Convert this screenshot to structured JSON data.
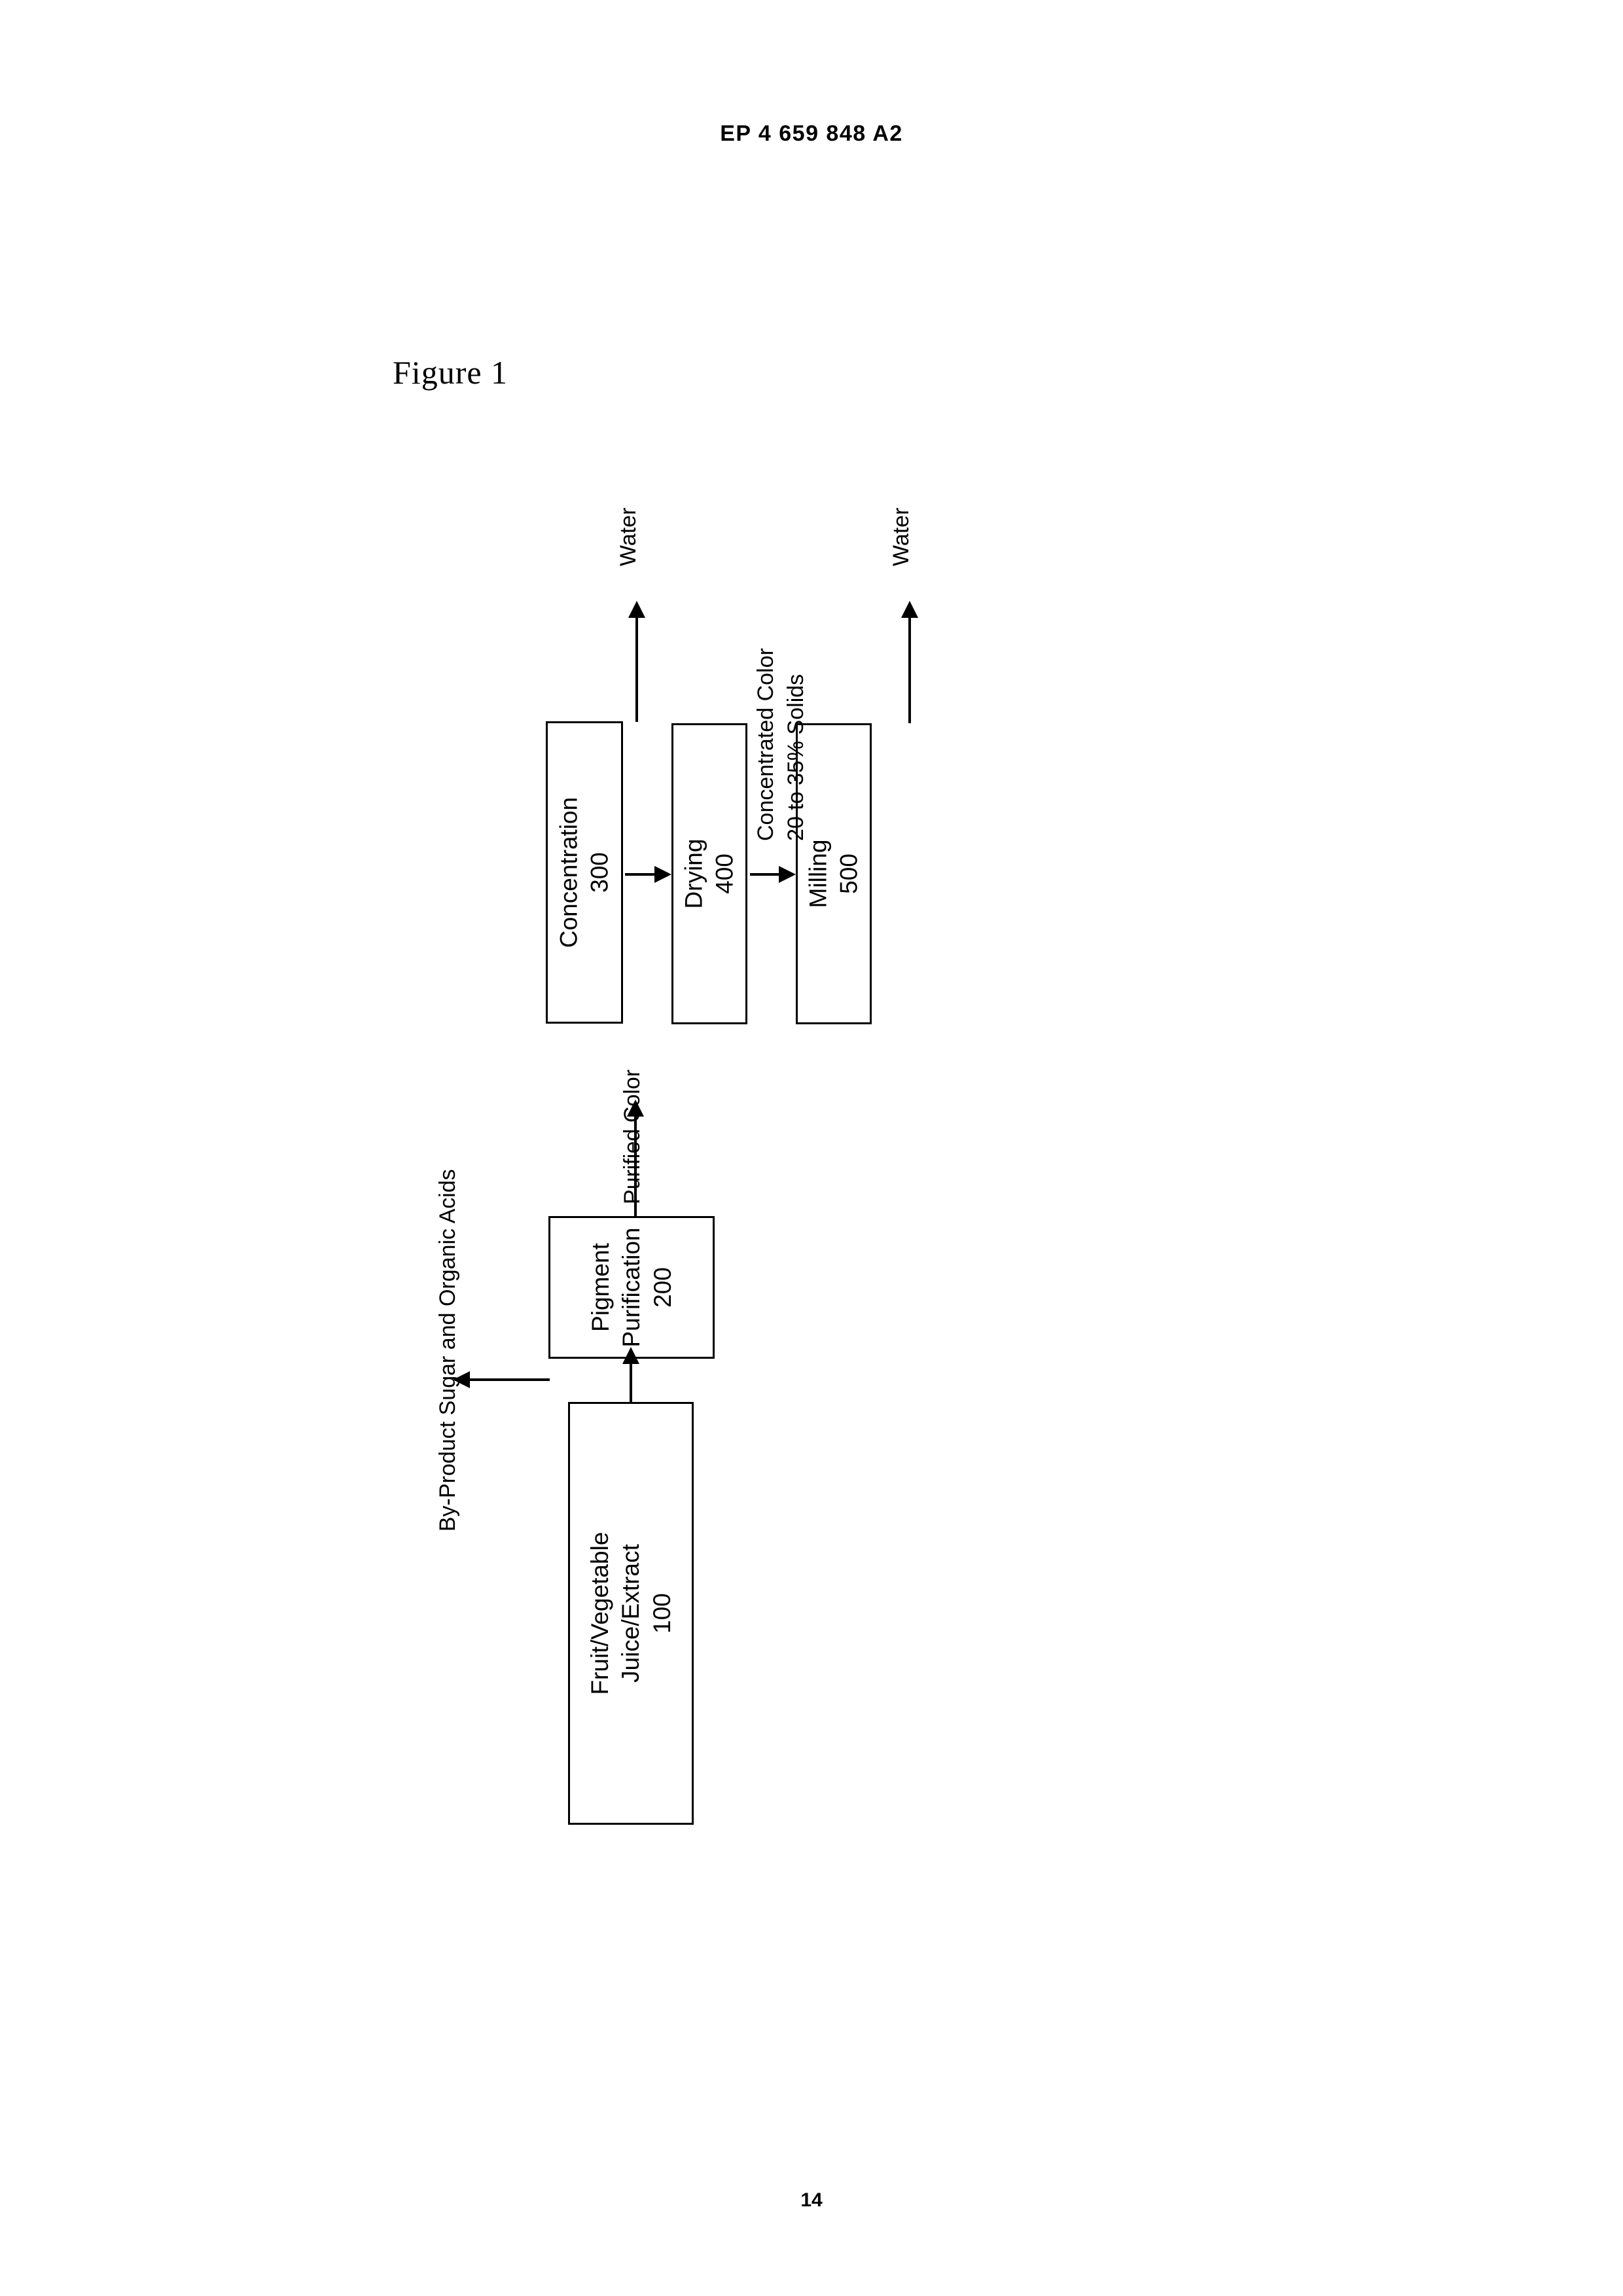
{
  "page": {
    "header": "EP 4 659 848 A2",
    "footer": "14",
    "figure_caption": "Figure 1"
  },
  "diagram": {
    "type": "process-flow",
    "orientation": "rotated-90-ccw",
    "boxes": [
      {
        "id": "source",
        "ref": "100",
        "lines": [
          "Fruit/Vegetable",
          "Juice/Extract",
          "100"
        ],
        "text": "Fruit/Vegetable\nJuice/Extract\n100"
      },
      {
        "id": "purification",
        "ref": "200",
        "lines": [
          "Pigment",
          "Purification",
          "200"
        ],
        "text": "Pigment\nPurification\n200"
      },
      {
        "id": "concentration",
        "ref": "300",
        "lines": [
          "Concentration",
          "300"
        ],
        "text": "Concentration\n300"
      },
      {
        "id": "drying",
        "ref": "400",
        "lines": [
          "Drying",
          "400"
        ],
        "text": "Drying\n400"
      },
      {
        "id": "milling",
        "ref": "500",
        "lines": [
          "Milling",
          "500"
        ],
        "text": "Milling\n500"
      }
    ],
    "flow_labels": {
      "water_1": "Water",
      "water_2": "Water",
      "concentrated_color_line1": "Concentrated Color",
      "concentrated_color_line2": "20 to 35% Solids",
      "purified_color": "Purified Color",
      "byproduct": "By-Product Sugar and Organic Acids"
    },
    "connections": [
      {
        "from": "source",
        "to": "purification",
        "label": ""
      },
      {
        "from": "purification",
        "to": "concentration",
        "label": "Purified Color"
      },
      {
        "from": "purification",
        "to": "byproduct",
        "label": "By-Product Sugar and Organic Acids"
      },
      {
        "from": "concentration",
        "to": "drying",
        "label": "Concentrated Color 20 to 35% Solids"
      },
      {
        "from": "concentration",
        "to": "water-1",
        "label": "Water"
      },
      {
        "from": "drying",
        "to": "water-2",
        "label": "Water"
      },
      {
        "from": "drying",
        "to": "milling",
        "label": ""
      }
    ],
    "colors": {
      "ink": "#000000",
      "paper": "#ffffff"
    }
  }
}
